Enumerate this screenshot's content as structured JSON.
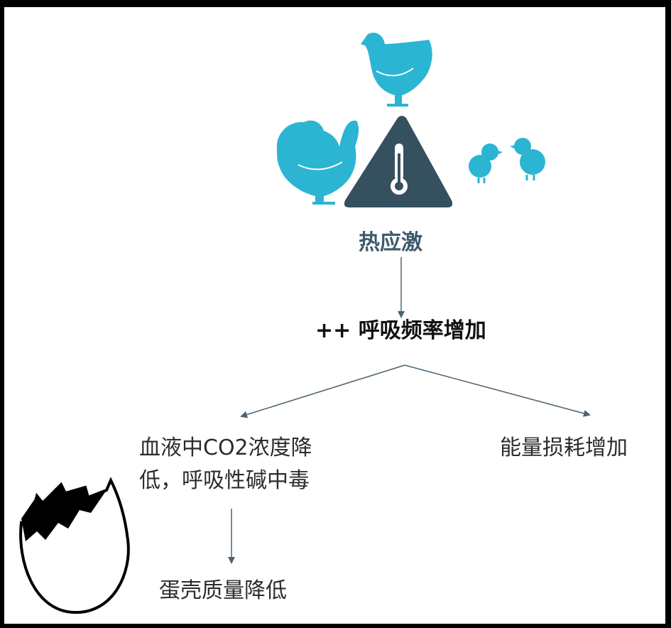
{
  "diagram": {
    "nodes": {
      "heat_stress": "热应激",
      "respiration": "++ 呼吸频率增加",
      "co2_line1": "血液中CO2浓度降",
      "co2_line2": "低，呼吸性碱中毒",
      "energy": "能量损耗增加",
      "eggshell": "蛋壳质量降低"
    },
    "edges": [
      {
        "from": "heat_stress",
        "to": "respiration"
      },
      {
        "from": "respiration",
        "to": "co2_line1"
      },
      {
        "from": "respiration",
        "to": "energy"
      },
      {
        "from": "co2_line1",
        "to": "eggshell"
      }
    ],
    "icons": [
      "hen-icon",
      "chick-icon",
      "warning-thermometer-icon",
      "broken-eggshell-icon"
    ]
  },
  "colors": {
    "chicken": "#2bb5d3",
    "triangle": "#35505f",
    "arrow": "#4a6272",
    "heat_text": "#3e5a6c"
  }
}
